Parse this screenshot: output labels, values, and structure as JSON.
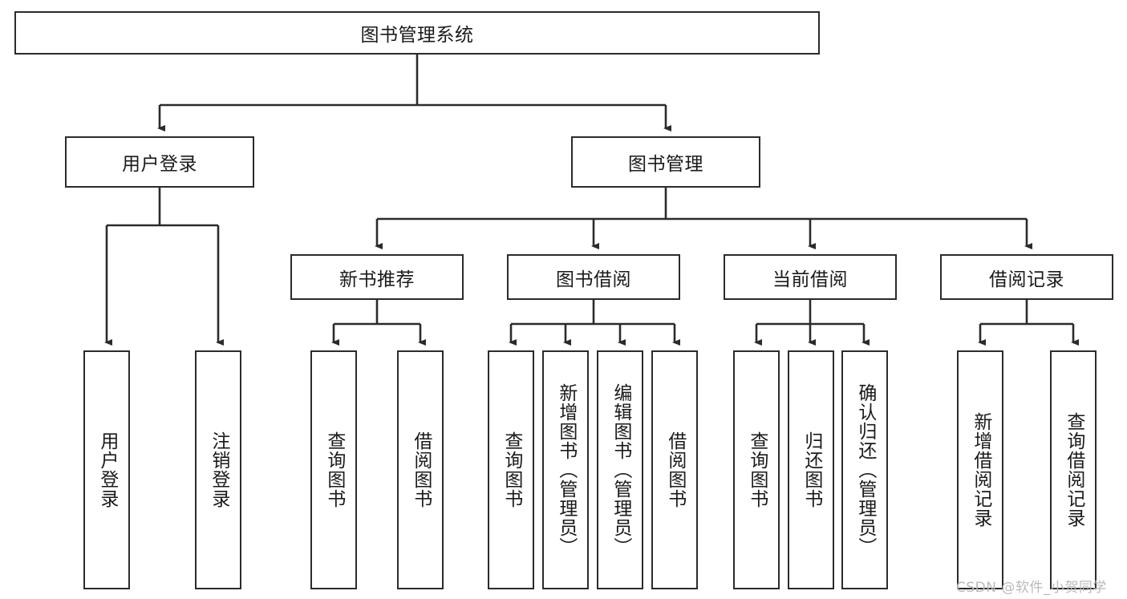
{
  "diagram": {
    "title": "图书管理系统",
    "type": "hierarchy-tree",
    "watermark": "CSDN @软件_小贺同学",
    "colors": {
      "stroke": "#2b2b2b",
      "fill": "#ffffff",
      "text": "#1a1a1a",
      "watermark": "#b9b9b9"
    },
    "nodes": {
      "root": {
        "label": "图书管理系统"
      },
      "level2": [
        {
          "id": "user-login",
          "label": "用户登录"
        },
        {
          "id": "book-manage",
          "label": "图书管理"
        }
      ],
      "level3": [
        {
          "id": "new-book-recommend",
          "label": "新书推荐"
        },
        {
          "id": "book-borrow",
          "label": "图书借阅"
        },
        {
          "id": "current-borrow",
          "label": "当前借阅"
        },
        {
          "id": "borrow-record",
          "label": "借阅记录"
        }
      ],
      "leaves": [
        {
          "id": "leaf-user-login",
          "label": "用户登录"
        },
        {
          "id": "leaf-logout",
          "label": "注销登录"
        },
        {
          "id": "leaf-query-book-1",
          "label": "查询图书"
        },
        {
          "id": "leaf-borrow-book-1",
          "label": "借阅图书"
        },
        {
          "id": "leaf-query-book-2",
          "label": "查询图书"
        },
        {
          "id": "leaf-add-book",
          "label": "新增图书（管理员）"
        },
        {
          "id": "leaf-edit-book",
          "label": "编辑图书（管理员）"
        },
        {
          "id": "leaf-borrow-book-2",
          "label": "借阅图书"
        },
        {
          "id": "leaf-query-book-3",
          "label": "查询图书"
        },
        {
          "id": "leaf-return-book",
          "label": "归还图书"
        },
        {
          "id": "leaf-confirm-return",
          "label": "确认归还（管理员）"
        },
        {
          "id": "leaf-add-record",
          "label": "新增借阅记录"
        },
        {
          "id": "leaf-query-record",
          "label": "查询借阅记录"
        }
      ]
    }
  }
}
